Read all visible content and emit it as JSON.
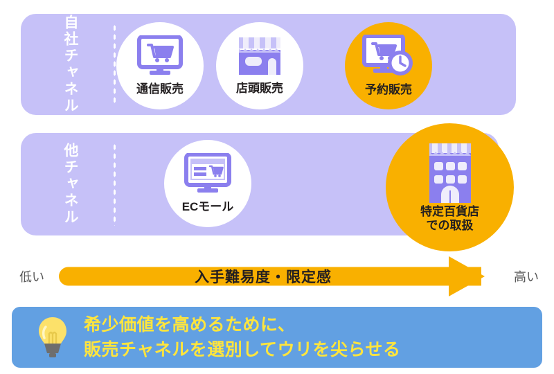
{
  "rows": [
    {
      "id": "own-channel",
      "label": "自社チャネル",
      "nodes": [
        {
          "id": "tsushin",
          "label": "通信販売",
          "icon": "monitor-cart-icon",
          "highlight": false
        },
        {
          "id": "tentou",
          "label": "店頭販売",
          "icon": "storefront-icon",
          "highlight": false
        },
        {
          "id": "yoyaku",
          "label": "予約販売",
          "icon": "monitor-cart-clock-icon",
          "highlight": true
        }
      ]
    },
    {
      "id": "other-channel",
      "label": "他チャネル",
      "nodes": [
        {
          "id": "ecmall",
          "label": "ECモール",
          "icon": "browser-cart-icon",
          "highlight": false
        },
        {
          "id": "depart",
          "label_line1": "特定百貨店",
          "label_line2": "での取扱",
          "icon": "department-store-icon",
          "highlight": true
        }
      ]
    }
  ],
  "arrow": {
    "low_label": "低い",
    "high_label": "高い",
    "bar_label": "入手難易度・限定感"
  },
  "banner": {
    "icon": "lightbulb-icon",
    "line1": "希少価値を高めるために、",
    "line2": "販売チャネルを選別してウリを尖らせる"
  },
  "colors": {
    "panel_purple": "#C6C1F8",
    "icon_purple": "#8B7FEE",
    "highlight_orange": "#F9B000",
    "banner_blue": "#62A0E2",
    "banner_yellow": "#FFE53D",
    "bulb_yellow": "#FCE16A",
    "bulb_base_gray": "#6E6E6E",
    "text_dark": "#231F20",
    "caption_gray": "#595959"
  }
}
